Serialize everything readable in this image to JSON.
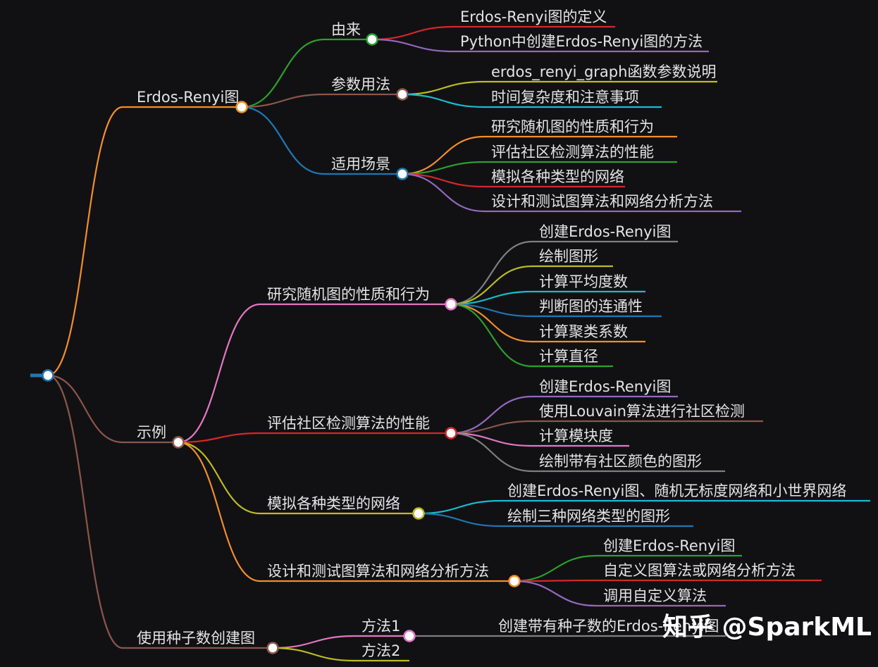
{
  "root": {
    "color": "#1f77b4"
  },
  "branches": [
    {
      "label": "Erdos-Renyi图",
      "color": "#f28e2b",
      "children": [
        {
          "label": "由来",
          "color": "#2ca02c",
          "children": [
            {
              "label": "Erdos-Renyi图的定义",
              "color": "#d62728"
            },
            {
              "label": "Python中创建Erdos-Renyi图的方法",
              "color": "#9467bd"
            }
          ]
        },
        {
          "label": "参数用法",
          "color": "#8c564b",
          "children": [
            {
              "label": "erdos_renyi_graph函数参数说明",
              "color": "#bcbd22"
            },
            {
              "label": "时间复杂度和注意事项",
              "color": "#17becf"
            }
          ]
        },
        {
          "label": "适用场景",
          "color": "#1f77b4",
          "children": [
            {
              "label": "研究随机图的性质和行为",
              "color": "#f28e2b"
            },
            {
              "label": "评估社区检测算法的性能",
              "color": "#2ca02c"
            },
            {
              "label": "模拟各种类型的网络",
              "color": "#d62728"
            },
            {
              "label": "设计和测试图算法和网络分析方法",
              "color": "#9467bd"
            }
          ]
        }
      ]
    },
    {
      "label": "示例",
      "color": "#8c564b",
      "children": [
        {
          "label": "研究随机图的性质和行为",
          "color": "#e377c2",
          "children": [
            {
              "label": "创建Erdos-Renyi图",
              "color": "#7f7f7f"
            },
            {
              "label": "绘制图形",
              "color": "#bcbd22"
            },
            {
              "label": "计算平均度数",
              "color": "#17becf"
            },
            {
              "label": "判断图的连通性",
              "color": "#1f77b4"
            },
            {
              "label": "计算聚类系数",
              "color": "#f28e2b"
            },
            {
              "label": "计算直径",
              "color": "#2ca02c"
            }
          ]
        },
        {
          "label": "评估社区检测算法的性能",
          "color": "#d62728",
          "children": [
            {
              "label": "创建Erdos-Renyi图",
              "color": "#9467bd"
            },
            {
              "label": "使用Louvain算法进行社区检测",
              "color": "#8c564b"
            },
            {
              "label": "计算模块度",
              "color": "#e377c2"
            },
            {
              "label": "绘制带有社区颜色的图形",
              "color": "#7f7f7f"
            }
          ]
        },
        {
          "label": "模拟各种类型的网络",
          "color": "#bcbd22",
          "children": [
            {
              "label": "创建Erdos-Renyi图、随机无标度网络和小世界网络",
              "color": "#17becf"
            },
            {
              "label": "绘制三种网络类型的图形",
              "color": "#1f77b4"
            }
          ]
        },
        {
          "label": "设计和测试图算法和网络分析方法",
          "color": "#f28e2b",
          "children": [
            {
              "label": "创建Erdos-Renyi图",
              "color": "#2ca02c"
            },
            {
              "label": "自定义图算法或网络分析方法",
              "color": "#d62728"
            },
            {
              "label": "调用自定义算法",
              "color": "#9467bd"
            }
          ]
        }
      ]
    },
    {
      "label": "使用种子数创建图",
      "color": "#8c564b",
      "children": [
        {
          "label": "方法1",
          "color": "#e377c2",
          "children": [
            {
              "label": "创建带有种子数的Erdos-Renyi图",
              "color": "#7f7f7f"
            }
          ]
        },
        {
          "label": "方法2",
          "color": "#bcbd22",
          "children": []
        }
      ]
    }
  ],
  "watermark": "知乎 @SparkML"
}
